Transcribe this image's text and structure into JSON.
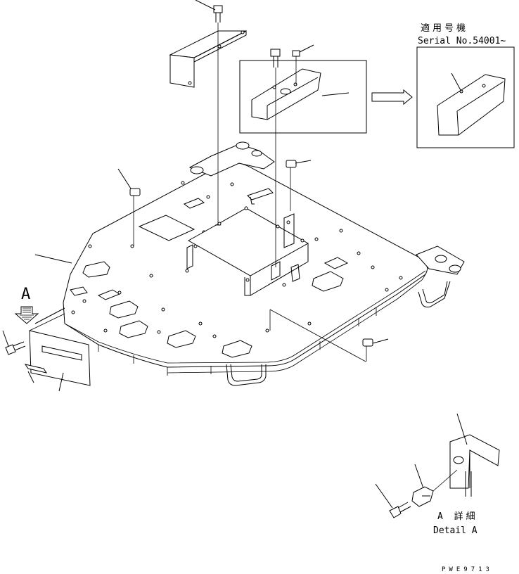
{
  "serial_label_jp": "適用号機",
  "serial_label_en": "Serial No.54001∼",
  "view_letter": "A",
  "detail_label_jp": "A 詳細",
  "detail_label_en": "Detail A",
  "drawing_code": "PWE9713",
  "colors": {
    "line": "#000000",
    "background": "#ffffff"
  }
}
